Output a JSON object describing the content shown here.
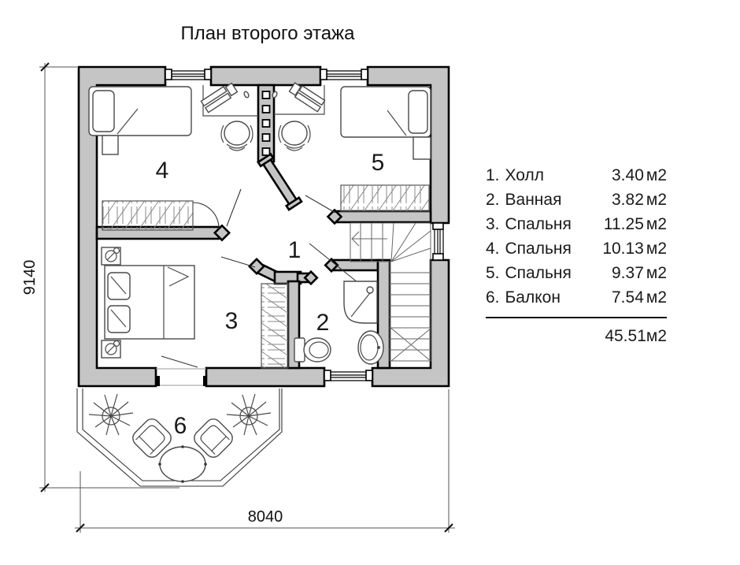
{
  "title": "План второго этажа",
  "rooms": [
    {
      "label": "1",
      "legend_number": "1.",
      "name": "Холл",
      "area": "3.40"
    },
    {
      "label": "2",
      "legend_number": "2.",
      "name": "Ванная",
      "area": "3.82"
    },
    {
      "label": "3",
      "legend_number": "3.",
      "name": "Спальня",
      "area": "11.25"
    },
    {
      "label": "4",
      "legend_number": "4.",
      "name": "Спальня",
      "area": "10.13"
    },
    {
      "label": "5",
      "legend_number": "5.",
      "name": "Спальня",
      "area": "9.37"
    },
    {
      "label": "6",
      "legend_number": "6.",
      "name": "Балкон",
      "area": "7.54"
    }
  ],
  "legend": {
    "unit": "м2",
    "total": "45.51м2"
  },
  "dimensions": {
    "width": "8040",
    "height": "9140"
  },
  "colors": {
    "wall_fill": "#c5c5c5",
    "line": "#000000",
    "background": "#ffffff",
    "furniture_line": "#4a4a4a"
  }
}
